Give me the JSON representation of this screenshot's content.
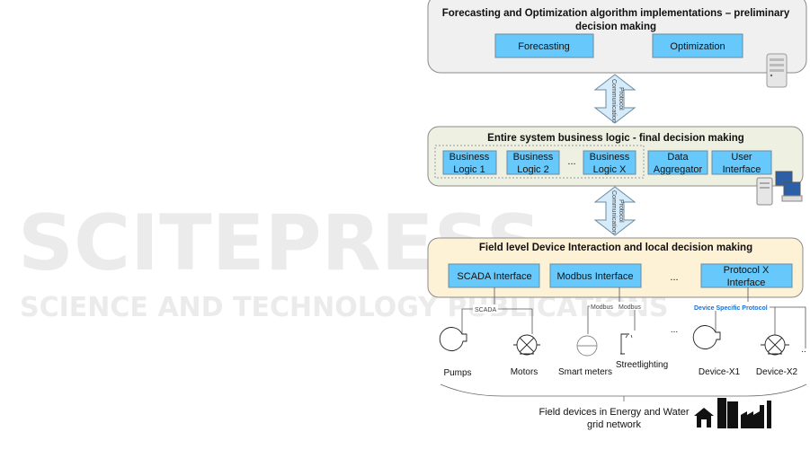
{
  "watermark": {
    "main": "SCITEPRESS",
    "sub": "SCIENCE AND TECHNOLOGY PUBLICATIONS"
  },
  "layers": {
    "top": {
      "title_line1": "Forecasting and Optimization algorithm implementations – preliminary",
      "title_line2": "decision making",
      "modules": [
        "Forecasting",
        "Optimization"
      ],
      "color": "#f0f0f0"
    },
    "middle": {
      "title": "Entire system business logic - final decision making",
      "modules": [
        {
          "line1": "Business",
          "line2": "Logic 1"
        },
        {
          "line1": "Business",
          "line2": "Logic 2"
        },
        {
          "line1": "Business",
          "line2": "Logic X"
        },
        {
          "line1": "Data",
          "line2": "Aggregator"
        },
        {
          "line1": "User",
          "line2": "Interface"
        }
      ],
      "ellipsis": "...",
      "color": "#eef1e2"
    },
    "bottom": {
      "title": "Field level Device Interaction and local decision making",
      "modules": [
        {
          "line1": "SCADA Interface",
          "line2": ""
        },
        {
          "line1": "Modbus Interface",
          "line2": ""
        },
        {
          "line1": "Protocol X",
          "line2": "Interface"
        }
      ],
      "ellipsis": "...",
      "color": "#fdf1d6"
    }
  },
  "arrows": [
    {
      "line1": "Communication",
      "line2": "Protocol"
    },
    {
      "line1": "Communication",
      "line2": "Protocol"
    }
  ],
  "protocol_labels": {
    "scada": "SCADA",
    "modbus_left": "Modbus",
    "modbus_right": "Modbus",
    "device_specific": "Device Specific Protocol"
  },
  "devices": [
    {
      "label": "Pumps",
      "icon": "pump-icon"
    },
    {
      "label": "Motors",
      "icon": "motor-icon"
    },
    {
      "label": "Smart meters",
      "icon": "smart-meter-icon"
    },
    {
      "label": "Streetlighting",
      "icon": "streetlight-icon"
    },
    {
      "label": "Device-X1",
      "icon": "pump-icon"
    },
    {
      "label": "Device-X2",
      "icon": "motor-icon"
    }
  ],
  "devices_ellipsis": "...",
  "devices_trailing": "..",
  "footer": {
    "line1": "Field devices in Energy and Water",
    "line2": "grid network"
  },
  "colors": {
    "module": "#66c8fb",
    "arrow": "#d6ecfb",
    "protocol_text": "#1f6fd0"
  }
}
